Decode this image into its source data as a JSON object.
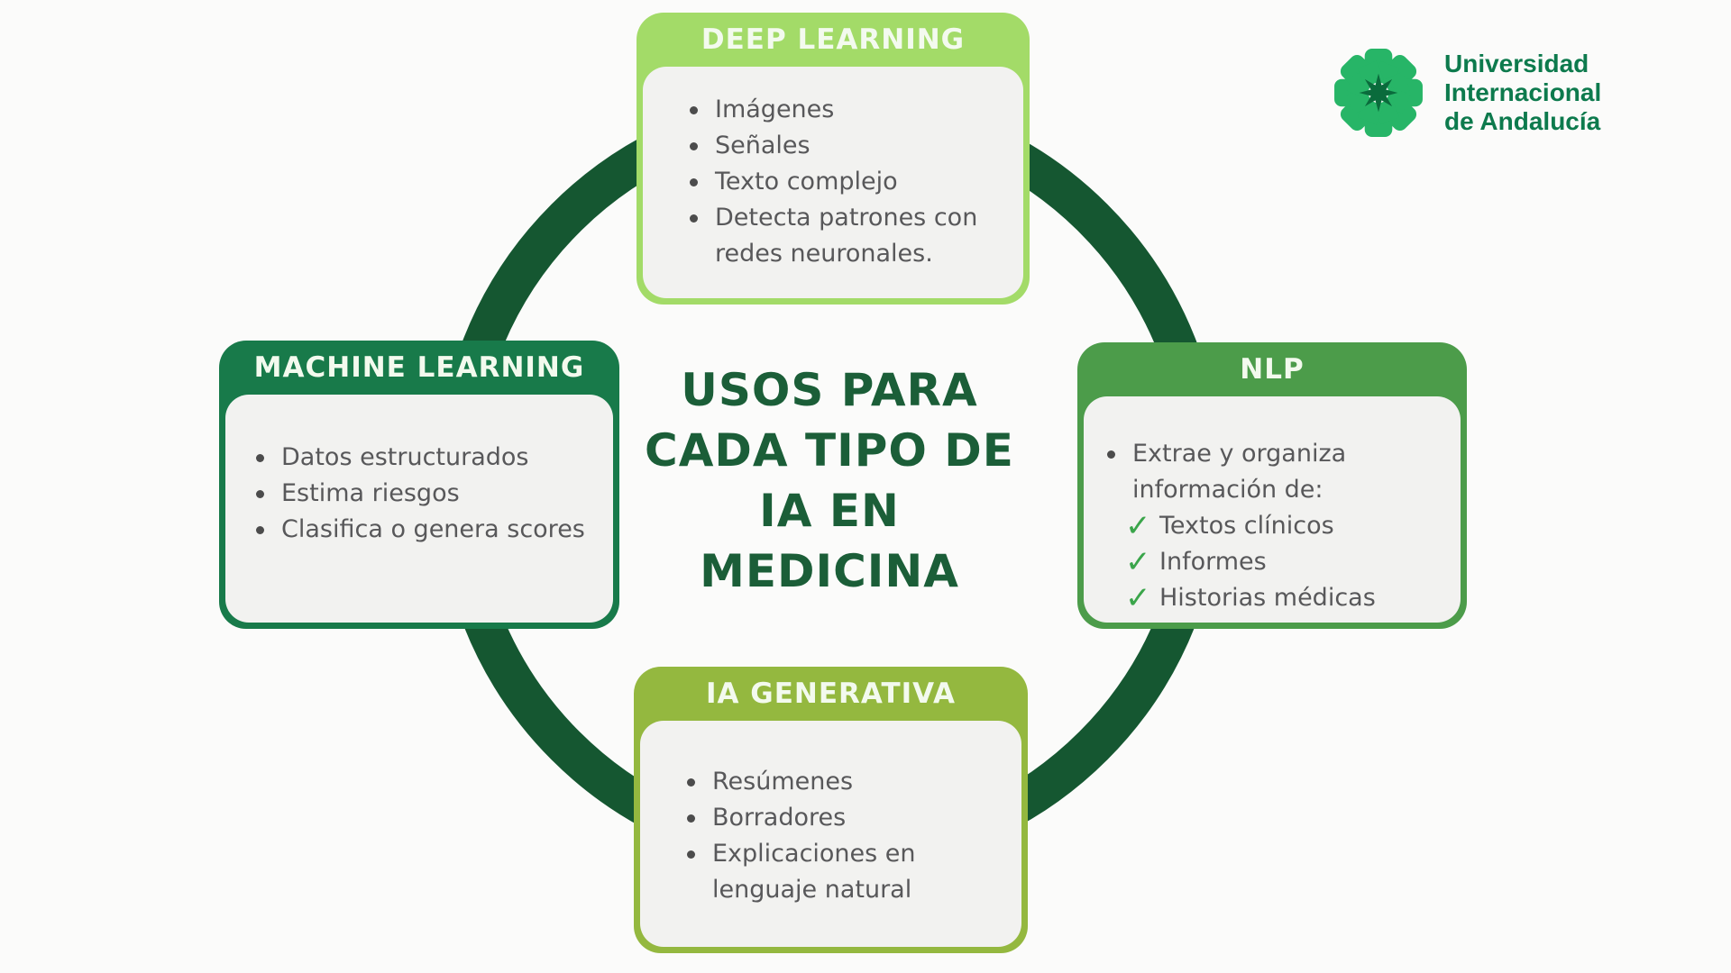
{
  "page": {
    "background_color": "#fbfbfa"
  },
  "ring": {
    "color": "#155731"
  },
  "title": {
    "text": "USOS PARA CADA TIPO DE IA EN MEDICINA",
    "lines": [
      "USOS PARA",
      "CADA TIPO DE",
      "IA EN",
      "MEDICINA"
    ],
    "color": "#1b5e38"
  },
  "logo": {
    "org_lines": [
      "Universidad",
      "Internacional",
      "de Andalucía"
    ],
    "text_color": "#0d7a4d",
    "rosette_green": "#27b567",
    "rosette_dark_green": "#0a6b3c"
  },
  "cards": {
    "deep_learning": {
      "title": "DEEP LEARNING",
      "header_color": "#a3db68",
      "items": [
        "Imágenes",
        "Señales",
        "Texto complejo",
        "Detecta patrones con redes neuronales."
      ]
    },
    "machine_learning": {
      "title": "MACHINE LEARNING",
      "header_color": "#187a4a",
      "items": [
        "Datos estructurados",
        "Estima riesgos",
        "Clasifica o genera scores"
      ]
    },
    "nlp": {
      "title": "NLP",
      "header_color": "#4c9c4a",
      "intro_item": "Extrae y organiza información de:",
      "check_items": [
        "Textos clínicos",
        "Informes",
        "Historias médicas"
      ],
      "check_color": "#3aa54a",
      "check_glyph": "✓"
    },
    "ia_generativa": {
      "title": "IA GENERATIVA",
      "header_color": "#94b83f",
      "items": [
        "Resúmenes",
        "Borradores",
        "Explicaciones en lenguaje natural"
      ]
    }
  },
  "body_text_color": "#58585a"
}
